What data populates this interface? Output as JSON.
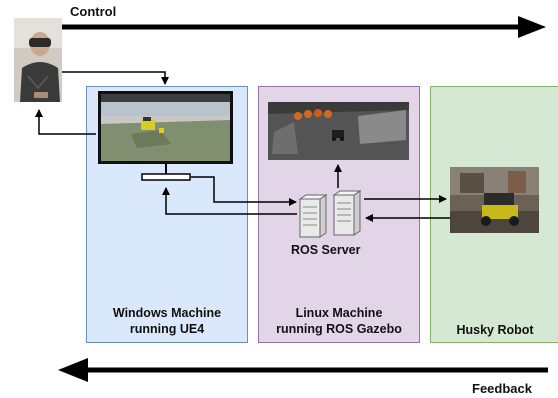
{
  "top_arrow": {
    "label": "Control"
  },
  "bottom_arrow": {
    "label": "Feedback"
  },
  "panels": {
    "windows": {
      "line1": "Windows Machine",
      "line2": "running UE4",
      "fill": "#dae8fc",
      "stroke": "#6c8ebf"
    },
    "linux": {
      "line1": "Linux Machine",
      "line2": "running ROS Gazebo",
      "fill": "#e1d5e7",
      "stroke": "#9673a6"
    },
    "husky": {
      "line1": "Husky Robot",
      "fill": "#d5e8d4",
      "stroke": "#82b366"
    }
  },
  "server": {
    "label": "ROS Server"
  },
  "icons": [
    "vr-operator-photo",
    "monitor-icon",
    "ue4-screen-image",
    "gazebo-screen-image",
    "server-icon",
    "husky-robot-photo"
  ]
}
